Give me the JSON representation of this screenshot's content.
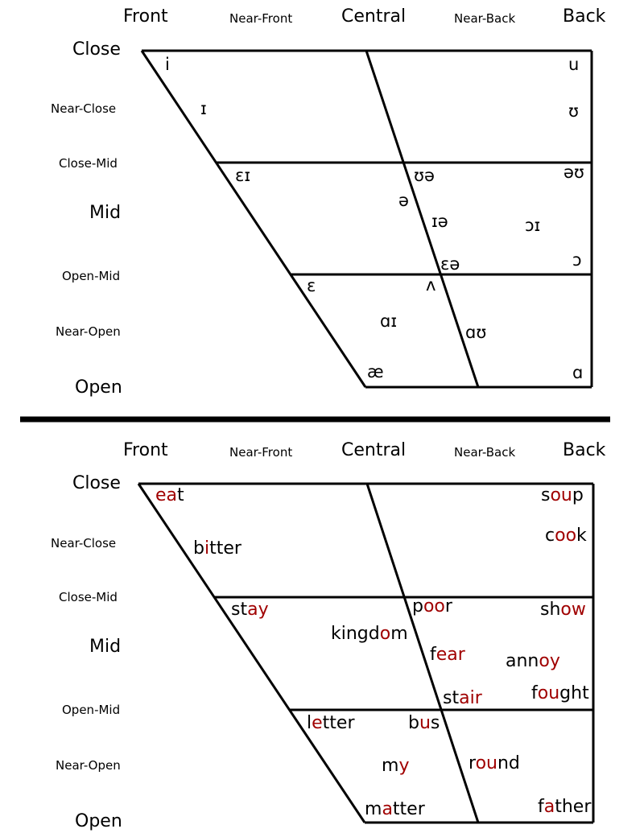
{
  "top_chart": {
    "columns": {
      "front": "Front",
      "near_front": "Near-Front",
      "central": "Central",
      "near_back": "Near-Back",
      "back": "Back"
    },
    "rows": {
      "close": "Close",
      "near_close": "Near-Close",
      "close_mid": "Close-Mid",
      "mid": "Mid",
      "open_mid": "Open-Mid",
      "near_open": "Near-Open",
      "open": "Open"
    },
    "symbols": [
      "i",
      "u",
      "ɪ",
      "ʊ",
      "ɛɪ",
      "ʊə",
      "əʊ",
      "ə",
      "ɪə",
      "ɔɪ",
      "ɛə",
      "ɔ",
      "ɛ",
      "ʌ",
      "ɑɪ",
      "ɑʊ",
      "æ",
      "ɑ"
    ]
  },
  "bottom_chart": {
    "columns": {
      "front": "Front",
      "near_front": "Near-Front",
      "central": "Central",
      "near_back": "Near-Back",
      "back": "Back"
    },
    "rows": {
      "close": "Close",
      "near_close": "Near-Close",
      "close_mid": "Close-Mid",
      "mid": "Mid",
      "open_mid": "Open-Mid",
      "near_open": "Near-Open",
      "open": "Open"
    },
    "words": [
      {
        "pre": "",
        "hl": "ea",
        "post": "t"
      },
      {
        "pre": "s",
        "hl": "ou",
        "post": "p"
      },
      {
        "pre": "b",
        "hl": "i",
        "post": "tter"
      },
      {
        "pre": "c",
        "hl": "oo",
        "post": "k"
      },
      {
        "pre": "st",
        "hl": "ay",
        "post": ""
      },
      {
        "pre": "p",
        "hl": "oo",
        "post": "r"
      },
      {
        "pre": "sh",
        "hl": "ow",
        "post": ""
      },
      {
        "pre": "kingd",
        "hl": "o",
        "post": "m"
      },
      {
        "pre": "f",
        "hl": "ear",
        "post": ""
      },
      {
        "pre": "ann",
        "hl": "oy",
        "post": ""
      },
      {
        "pre": "st",
        "hl": "air",
        "post": ""
      },
      {
        "pre": "f",
        "hl": "ou",
        "post": "ght"
      },
      {
        "pre": "l",
        "hl": "e",
        "post": "tter"
      },
      {
        "pre": "b",
        "hl": "u",
        "post": "s"
      },
      {
        "pre": "m",
        "hl": "y",
        "post": ""
      },
      {
        "pre": "r",
        "hl": "ou",
        "post": "nd"
      },
      {
        "pre": "m",
        "hl": "a",
        "post": "tter"
      },
      {
        "pre": "f",
        "hl": "a",
        "post": "ther"
      }
    ]
  },
  "colors": {
    "highlight": "#a00000",
    "lines": "#000000"
  }
}
